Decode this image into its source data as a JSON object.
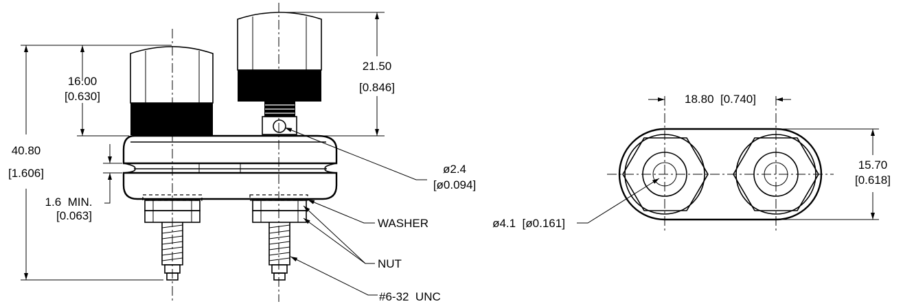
{
  "drawing": {
    "title": "Binding post pair mechanical drawing",
    "dimensions": {
      "cap_height_mm": "16.00",
      "cap_height_in": "[0.630]",
      "top_height_mm": "21.50",
      "top_height_in": "[0.846]",
      "overall_height_mm": "40.80",
      "overall_height_in": "[1.606]",
      "panel_min_mm": "1.6  MIN.",
      "panel_min_in": "[0.063]",
      "cross_hole_mm": "ø2.4",
      "cross_hole_in": "[ø0.094]",
      "spacing": "18.80  [0.740]",
      "width_mm": "15.70",
      "width_in": "[0.618]",
      "mount_hole": "ø4.1  [ø0.161]"
    },
    "callouts": {
      "washer": "WASHER",
      "nut": "NUT",
      "thread": "#6-32  UNC"
    }
  }
}
